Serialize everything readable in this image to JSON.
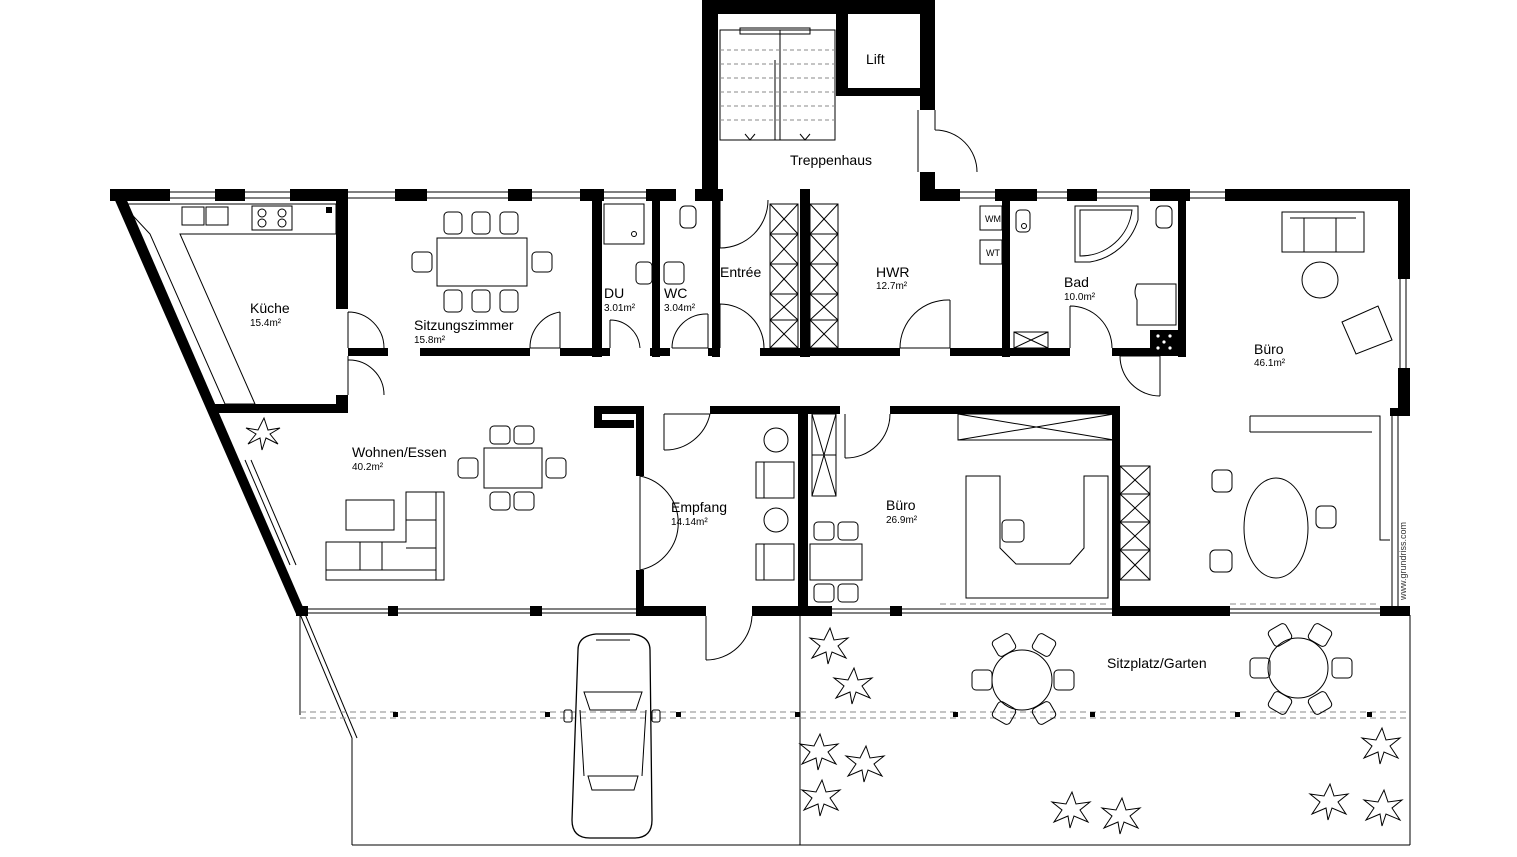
{
  "rooms": {
    "treppenhaus": {
      "name": "Treppenhaus"
    },
    "lift": {
      "name": "Lift"
    },
    "kueche": {
      "name": "Küche",
      "area": "15.4m²"
    },
    "sitzungszimmer": {
      "name": "Sitzungszimmer",
      "area": "15.8m²"
    },
    "du": {
      "name": "DU",
      "area": "3.01m²"
    },
    "wc": {
      "name": "WC",
      "area": "3.04m²"
    },
    "entree": {
      "name": "Entrée"
    },
    "hwr": {
      "name": "HWR",
      "area": "12.7m²"
    },
    "bad": {
      "name": "Bad",
      "area": "10.0m²"
    },
    "buero_gross": {
      "name": "Büro",
      "area": "46.1m²"
    },
    "wohnen": {
      "name": "Wohnen/Essen",
      "area": "40.2m²"
    },
    "empfang": {
      "name": "Empfang",
      "area": "14.14m²"
    },
    "buero_mitte": {
      "name": "Büro",
      "area": "26.9m²"
    },
    "garten": {
      "name": "Sitzplatz/Garten"
    }
  },
  "fixtures": {
    "washer": "WM",
    "dryer": "WT"
  },
  "watermark": "www.grundriss.com"
}
